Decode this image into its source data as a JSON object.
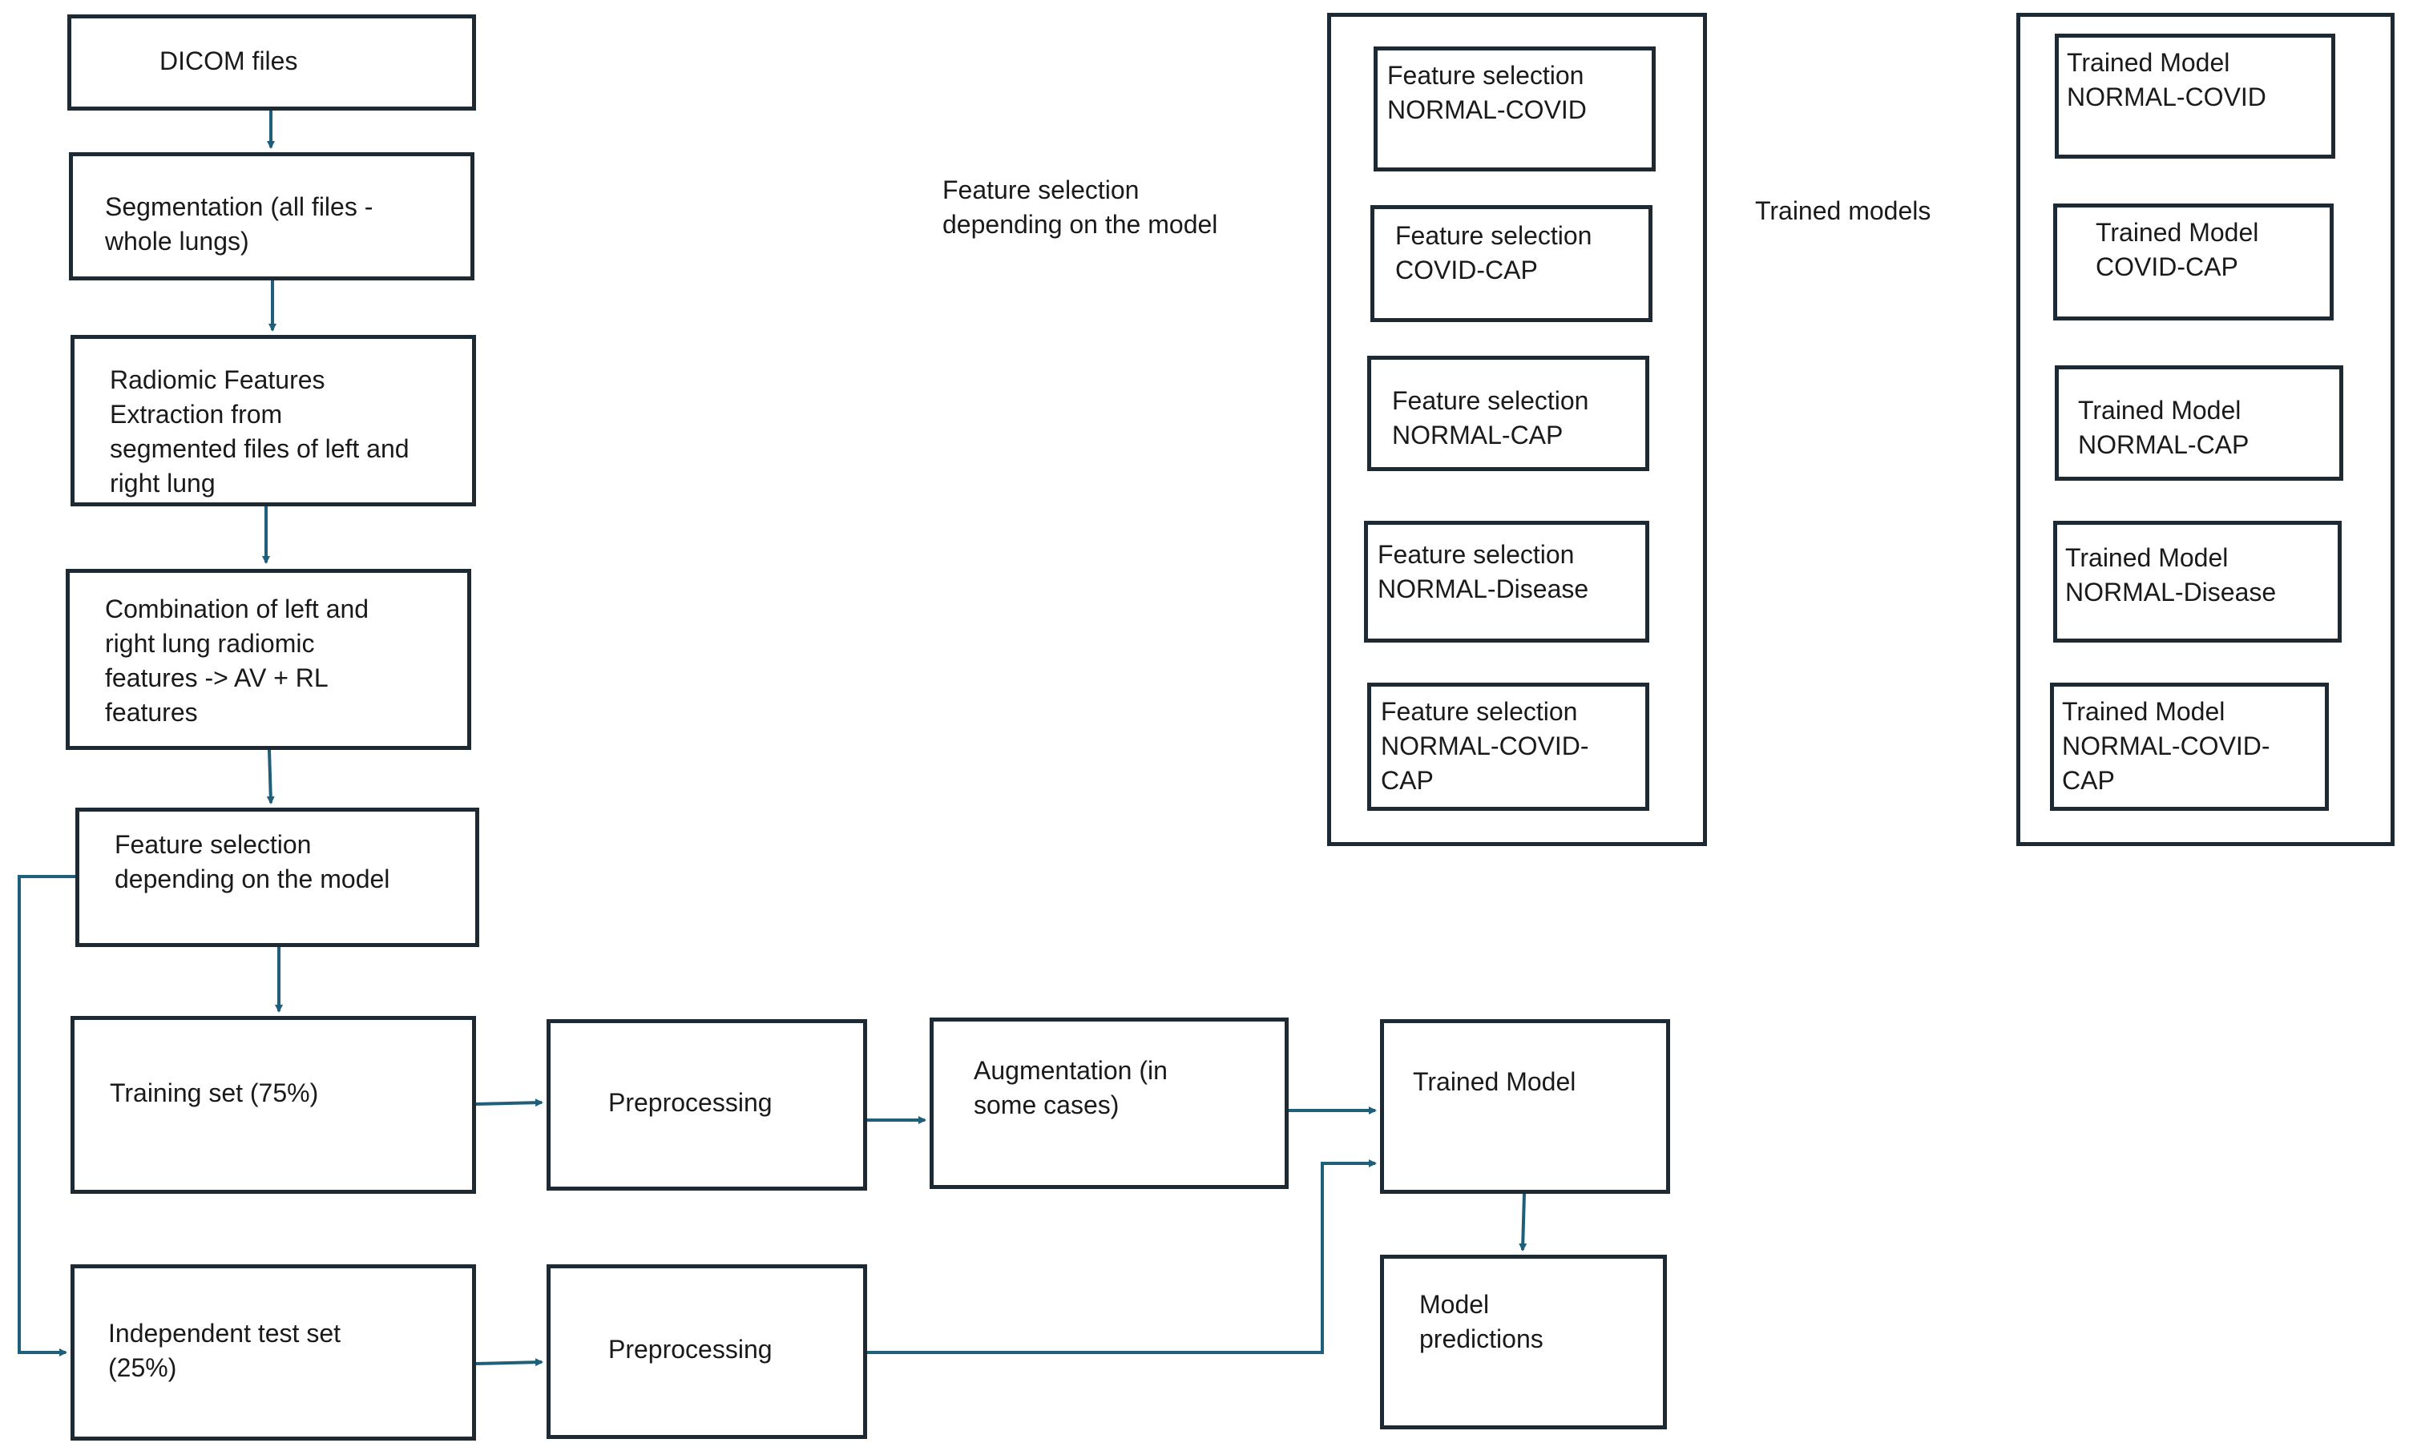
{
  "pipeline": {
    "dicom": "DICOM files",
    "segmentation": "Segmentation  (all files -\nwhole lungs)",
    "radiomic": "Radiomic Features\nExtraction from\nsegmented  files of left and\nright lung",
    "combination": "Combination of left and\nright lung radiomic\nfeatures -> AV + RL\nfeatures",
    "feature_selection": "Feature selection\ndepending on the model",
    "training_set": "Training set (75%)",
    "test_set": "Independent test set\n(25%)",
    "preprocessing_train": "Preprocessing",
    "preprocessing_test": "Preprocessing",
    "augmentation": "Augmentation (in\nsome cases)",
    "trained_model": "Trained Model",
    "model_predictions": "Model\npredictions"
  },
  "feature_selection_group": {
    "caption": "Feature selection\ndepending on the model",
    "items": [
      "Feature selection\nNORMAL-COVID",
      "Feature selection\nCOVID-CAP",
      "Feature selection\nNORMAL-CAP",
      "Feature selection\nNORMAL-Disease",
      "Feature selection\nNORMAL-COVID-\nCAP"
    ]
  },
  "trained_models_group": {
    "caption": "Trained models",
    "items": [
      "Trained Model\nNORMAL-COVID",
      "Trained Model\nCOVID-CAP",
      "Trained Model\nNORMAL-CAP",
      "Trained Model\nNORMAL-Disease",
      "Trained Model\nNORMAL-COVID-\nCAP"
    ]
  },
  "colors": {
    "arrow": "#1f5f7a",
    "border": "#1e2a33"
  }
}
